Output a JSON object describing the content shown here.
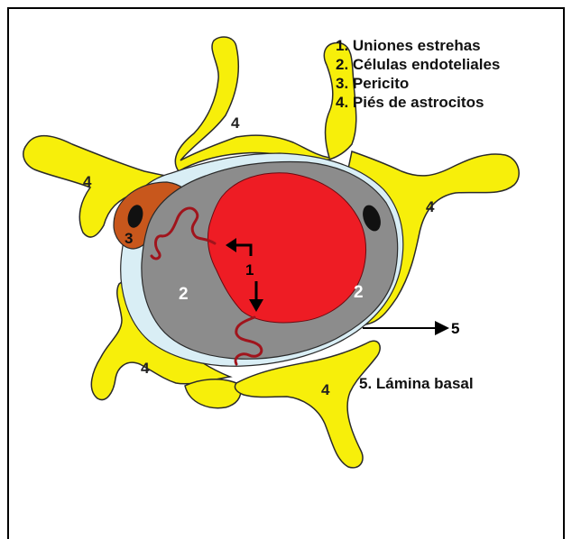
{
  "legend": {
    "items": [
      "1. Uniones estrehas",
      "2. Células endoteliales",
      "3. Pericito",
      "4. Piés de astrocitos"
    ],
    "basal": "5. Lámina basal"
  },
  "labels": {
    "astrocyte": "4",
    "endothelial": "2",
    "pericyte": "3",
    "junction": "1",
    "basal": "5"
  },
  "colors": {
    "astrocyte_feet": "#f7ef0a",
    "endothelial": "#8c8c8c",
    "lumen_cell": "#ee1c24",
    "pericyte": "#c8571c",
    "basal_lamina": "#d9eef5",
    "junction_line": "#a0141c"
  }
}
